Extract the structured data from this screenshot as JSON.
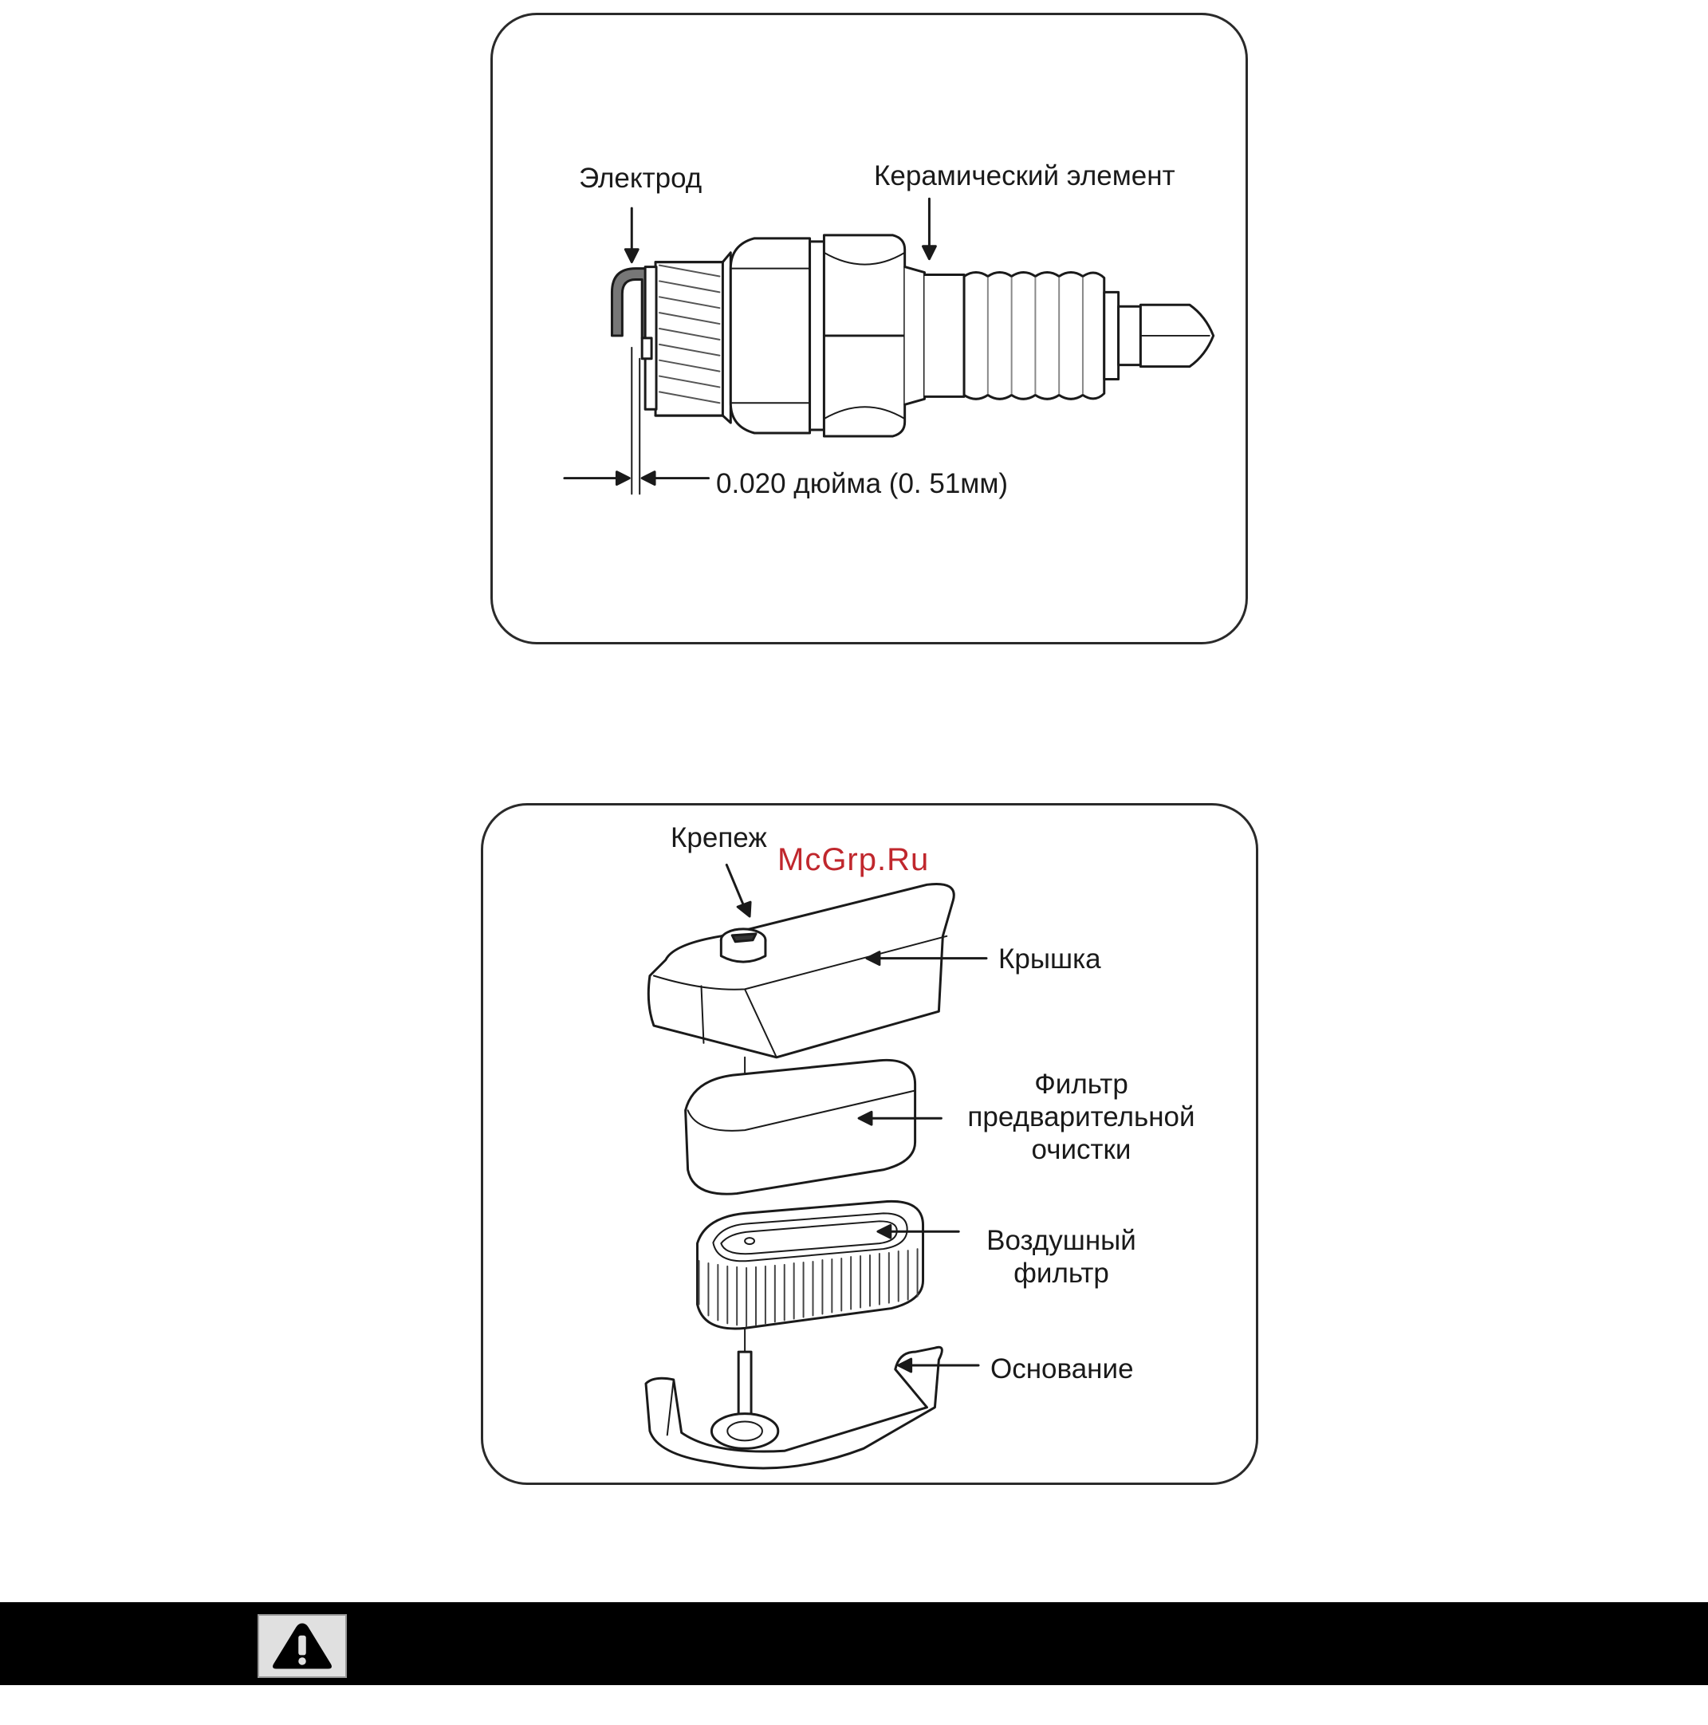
{
  "spark_plug_diagram": {
    "label_electrode": "Электрод",
    "label_ceramic": "Керамический элемент",
    "label_gap": "0.020 дюйма (0. 51мм)"
  },
  "air_filter_diagram": {
    "label_fastener": "Крепеж",
    "label_cover": "Крышка",
    "label_prefilter": "Фильтр предварительной очистки",
    "label_air_filter": "Воздушный фильтр",
    "label_base": "Основание"
  },
  "watermark": "McGrp.Ru",
  "warning_bar": {
    "icon": "warning-triangle-icon"
  }
}
